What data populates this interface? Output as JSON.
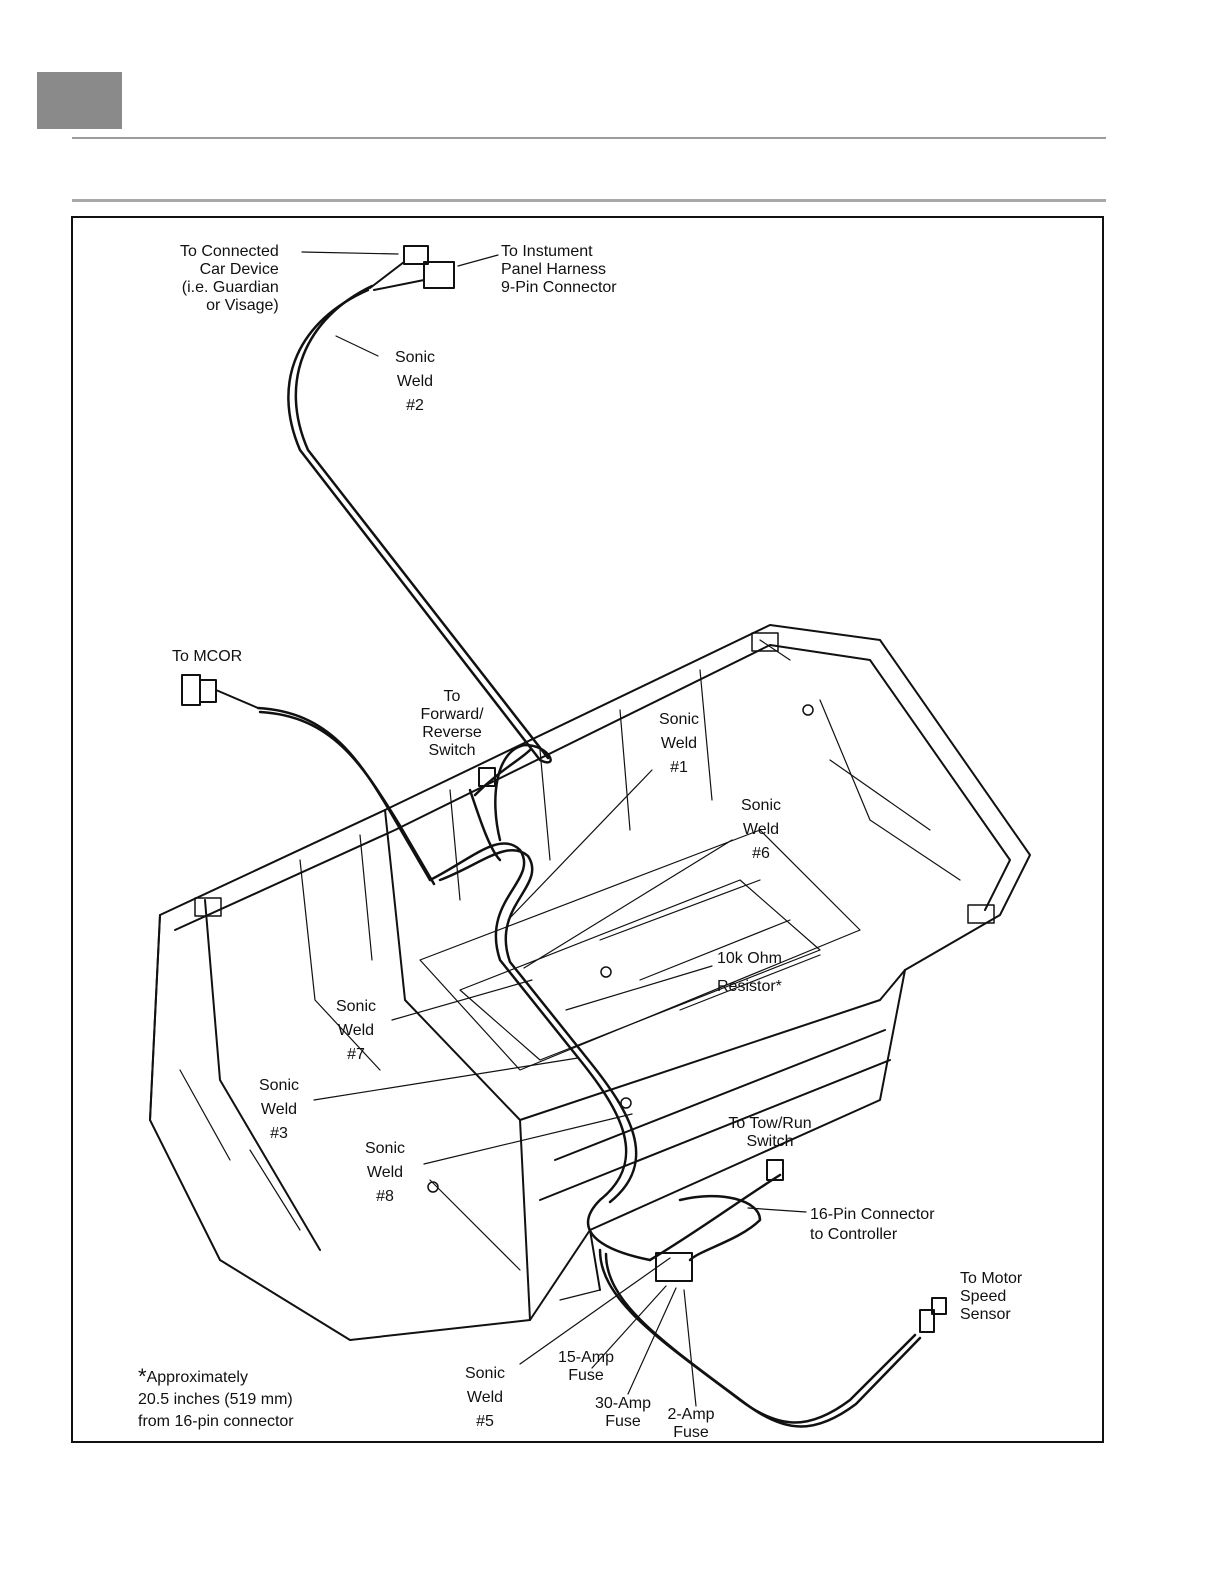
{
  "labels": {
    "connected_car": "To Connected\nCar Device\n(i.e. Guardian\nor Visage)",
    "instrument_panel": "To Instument\nPanel Harness\n9-Pin Connector",
    "sonic_weld_2": "Sonic\nWeld\n#2",
    "to_mcor": "To MCOR",
    "forward_reverse": "To\nForward/\nReverse\nSwitch",
    "sonic_weld_1": "Sonic\nWeld\n#1",
    "sonic_weld_6": "Sonic\nWeld\n#6",
    "resistor": "10k Ohm\nResistor*",
    "sonic_weld_7": "Sonic\nWeld\n#7",
    "sonic_weld_3": "Sonic\nWeld\n#3",
    "sonic_weld_8": "Sonic\nWeld\n#8",
    "tow_run": "To Tow/Run\nSwitch",
    "controller_connector": "16-Pin Connector\nto Controller",
    "motor_speed": "To Motor\nSpeed\nSensor",
    "sonic_weld_5": "Sonic\nWeld\n#5",
    "fuse_15": "15-Amp\nFuse",
    "fuse_30": "30-Amp\nFuse",
    "fuse_2": "2-Amp\nFuse"
  },
  "footnote": {
    "asterisk": "*",
    "line1": "Approximately",
    "line2": "20.5 inches (519 mm)",
    "line3": "from 16-pin connector"
  }
}
